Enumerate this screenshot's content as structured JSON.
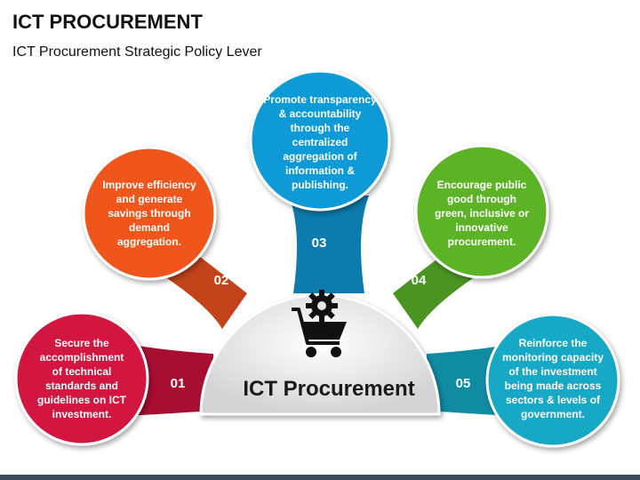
{
  "title": "ICT PROCUREMENT",
  "subtitle": "ICT Procurement Strategic Policy Lever",
  "center": {
    "label": "ICT Procurement",
    "icon": "shopping-cart-gear-icon"
  },
  "items": [
    {
      "number": "01",
      "text": "Secure the accomplishment of technical standards and guidelines on ICT investment.",
      "color": "#d3123f"
    },
    {
      "number": "02",
      "text": "Improve efficiency and generate savings through demand aggregation.",
      "color": "#f0571c"
    },
    {
      "number": "03",
      "text": "Promote transparency & accountability through the centralized aggregation of information & publishing.",
      "color": "#0f9ad6"
    },
    {
      "number": "04",
      "text": "Encourage public good through green, inclusive or innovative procurement.",
      "color": "#5bb327"
    },
    {
      "number": "05",
      "text": "Reinforce the monitoring capacity of the investment being made across sectors & levels of government.",
      "color": "#13a8c4"
    }
  ]
}
